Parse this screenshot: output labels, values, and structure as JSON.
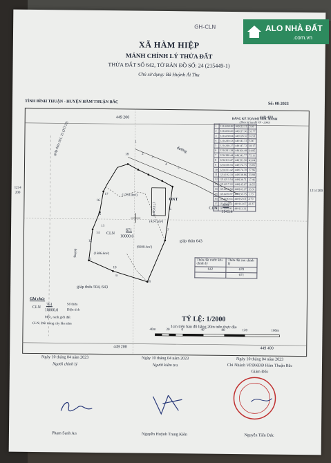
{
  "header": {
    "commune": "XÃ HÀM HIỆP",
    "title": "MẢNH CHÍNH LÝ THỬA ĐẤT",
    "parcel_line": "THỬA ĐẤT SỐ 642, TỜ BẢN ĐỒ SỐ: 24 (215449-1)",
    "owner_line": "Chủ sử dụng: Bà Huỳnh Ái Thu",
    "handwritten_note": "GH-CLN"
  },
  "map": {
    "region": "TỈNH BÌNH THUẬN - HUYỆN HÀM THUẬN BẮC",
    "sheet_no": "Số: 08-2023",
    "grid_top_left": "449 200",
    "grid_top_right": "449 400",
    "grid_bottom_left": "449 200",
    "grid_bottom_right": "449 400",
    "grid_left": "1214 200",
    "grid_right": "1214 200",
    "road_label": "đường",
    "ont_label": "ONT",
    "parcel_main": "671",
    "parcel_main_type": "CLN",
    "parcel_main_area": "10000.0",
    "parcel_side": "670",
    "parcel_side_type": "CLN",
    "parcel_side_area": "1143.4",
    "area_note_1": "(1703.0m²)",
    "area_note_2": "(713.9m²)",
    "area_note_3": "(424.1m²)",
    "area_note_4": "(6690.4m²)",
    "area_note_5": "(1686.6m²)",
    "adj_left": "giáp thửa 201, 25 (TỜ 23)",
    "adj_right": "giáp thửa 643",
    "adj_bottom": "giáp thửa 504, 643",
    "adj_road_left": "đường",
    "point_labels": [
      "1",
      "2",
      "3",
      "4",
      "5",
      "6",
      "7",
      "8",
      "9",
      "10",
      "11",
      "12",
      "13",
      "14",
      "15",
      "16",
      "17",
      "18"
    ]
  },
  "coord_table": {
    "title": "BẢNG KÊ TỌA ĐỘ MỐC RANH",
    "subtitle": "(Theo hệ tọa độ VN - 2000)",
    "rows": [
      [
        "1",
        "1214269.82",
        "449112.21",
        "5.60"
      ],
      [
        "2",
        "1214265.69",
        "449117.36",
        "33.77"
      ],
      [
        "3",
        "1214258.04",
        "449128.32",
        "16.91"
      ],
      [
        "4",
        "1214249.53",
        "449141.31",
        "3.00"
      ],
      [
        "5",
        "1214248.27",
        "449147.72",
        "18.17"
      ],
      [
        "6",
        "1214241.28",
        "449164.48",
        "64.85"
      ],
      [
        "7",
        "1214180.44",
        "449141.77",
        "75.11"
      ],
      [
        "8",
        "1214113.47",
        "449151.50",
        "43.04"
      ],
      [
        "9",
        "1214130.55",
        "449174.75",
        "19.85"
      ],
      [
        "10",
        "1214151.42",
        "449174.70",
        "27.96"
      ],
      [
        "11",
        "1214192.33",
        "449138.86",
        "23.99"
      ],
      [
        "12",
        "1214213.54",
        "449139.71",
        "17.46"
      ],
      [
        "13",
        "1214217.22",
        "449145.67",
        "18.55"
      ],
      [
        "14",
        "1214213.50",
        "449141.27",
        "33.31"
      ],
      [
        "15",
        "1214220.97",
        "449159.75",
        "1.73"
      ],
      [
        "16",
        "1214230.63",
        "449163.01",
        "4.79"
      ],
      [
        "17",
        "1214255.62",
        "449161.07",
        "42.37"
      ],
      [
        "18",
        "1214269.82",
        "449112.21",
        ""
      ]
    ]
  },
  "change_table": {
    "header_1": "Thửa đất trước khi chỉnh lý",
    "header_2": "Thửa đất sau chỉnh lý",
    "before": "642",
    "after_1": "670",
    "after_2": "671"
  },
  "legend": {
    "title": "Ghi chú:",
    "example_type": "CLN",
    "example_no": "761",
    "example_area": "10000.0",
    "label_no": "Số thửa",
    "label_area": "Diện tích",
    "marker_text": "Mốc, ranh giới đất",
    "type_text": "CLN: Đất trồng cây lâu năm"
  },
  "scale": {
    "ratio": "TỶ LỆ: 1/2000",
    "desc": "1cm trên bản đồ bằng 20m trên thực địa",
    "ticks": [
      "40m",
      "20",
      "0",
      "40",
      "80",
      "120",
      "160m"
    ]
  },
  "signatures": {
    "left_date": "Ngày 10 tháng 04 năm 2023",
    "left_role": "Người chỉnh lý",
    "left_name": "Phạm Sanh An",
    "mid_date": "Ngày 10 tháng 04 năm 2023",
    "mid_role": "Người kiểm tra",
    "mid_name": "Nguyễn Huỳnh Trung Kiên",
    "right_date": "Ngày 10 tháng 04 năm 2023",
    "right_org": "Chi Nhánh VP.ĐKĐĐ Hàm Thuận Bắc",
    "right_role": "Giám Đốc",
    "right_name": "Nguyễn Tiến Đức"
  },
  "watermark": {
    "brand": "ALO NHÀ ĐẤT",
    "domain": ".com.vn"
  }
}
